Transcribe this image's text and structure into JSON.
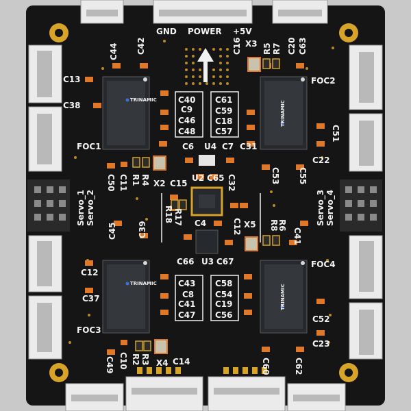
{
  "colors": {
    "background": "#c9c9c9",
    "board": "#151515",
    "silkscreen": "#f2f2f2",
    "copper": "#d8a329",
    "capacitor": "#e0782a",
    "ic": "#26292e",
    "connector": "#ebebeb"
  },
  "labels": {
    "header_gnd": "GND",
    "header_power": "POWER",
    "header_5v": "+5V",
    "foc1": "FOC1",
    "foc2": "FOC2",
    "foc3": "FOC3",
    "foc4": "FOC4",
    "servo_1": "Servo_1",
    "servo_2": "Servo_2",
    "servo_3": "Servo_3",
    "servo_4": "Servo_4",
    "ic_brand": "TRINAMIC",
    "c44": "C44",
    "c42": "C42",
    "c16": "C16",
    "x3": "X3",
    "r5": "R5",
    "r7": "R7",
    "c20": "C20",
    "c63": "C63",
    "c13": "C13",
    "c38": "C38",
    "c40": "C40",
    "c9": "C9",
    "c46": "C46",
    "c48": "C48",
    "c61": "C61",
    "c59": "C59",
    "c18": "C18",
    "c57": "C57",
    "c51": "C51",
    "c22": "C22",
    "c6": "C6",
    "u4": "U4",
    "c7": "C7",
    "c31": "C31",
    "c53": "C53",
    "c55": "C55",
    "c50": "C50",
    "c11": "C11",
    "r1": "R1",
    "r4": "R4",
    "x2": "X2",
    "c15": "C15",
    "u2": "U2",
    "c65": "C65",
    "c32": "C32",
    "r18": "R18",
    "r17": "R17",
    "c4": "C4",
    "c12": "C12",
    "x5": "X5",
    "r8": "R8",
    "r6": "R6",
    "c41_right": "C41",
    "c45": "C45",
    "c39": "C39",
    "c66": "C66",
    "u3": "U3",
    "c67": "C67",
    "c12_left": "C12",
    "c37": "C37",
    "c43": "C43",
    "c8": "C8",
    "c41": "C41",
    "c47": "C47",
    "c58": "C58",
    "c54": "C54",
    "c19": "C19",
    "c56": "C56",
    "c52": "C52",
    "c23": "C23",
    "c49": "C49",
    "c10": "C10",
    "r2": "R2",
    "r3": "R3",
    "x4": "X4",
    "c14": "C14",
    "c60": "C60",
    "c62": "C62"
  }
}
